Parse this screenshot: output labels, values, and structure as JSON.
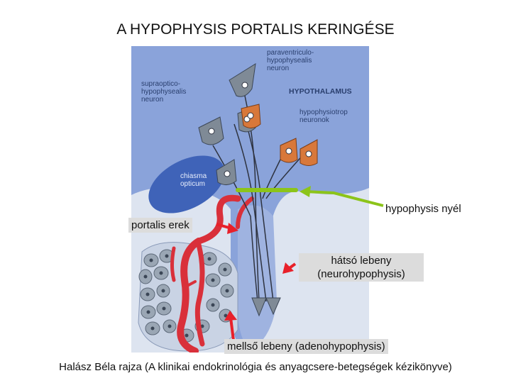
{
  "title": "A HYPOPHYSIS PORTALIS KERINGÉSE",
  "illustration_labels": {
    "paraventricular": [
      "paraventriculo-",
      "hypophysealis",
      "neuron"
    ],
    "supraoptic": [
      "supraoptico-",
      "hypophysealis",
      "neuron"
    ],
    "hypothalamus": "HYPOTHALAMUS",
    "hypophysiotrop": [
      "hypophysiotrop",
      "neuronok"
    ],
    "chiasma": [
      "chiasma",
      "opticum"
    ]
  },
  "annotations": {
    "stalk": "hypophysis nyél",
    "portal_vessels": "portalis erek",
    "posterior_lobe_line1": "hátsó lebeny",
    "posterior_lobe_line2": "(neurohypophysis)",
    "anterior_lobe": "mellső lebeny (adenohypophysis)"
  },
  "credit": "Halász Béla rajza (A klinikai endokrinológia és anyagcsere-betegségek kézikönyve)",
  "colors": {
    "arrow_green": "#8cc41a",
    "arrow_red": "#e8202a",
    "tissue_blue": "#7e9ad6",
    "vessel_red": "#d9303a",
    "neuron_orange": "#d8783a",
    "neuron_gray": "#7f8a96"
  }
}
